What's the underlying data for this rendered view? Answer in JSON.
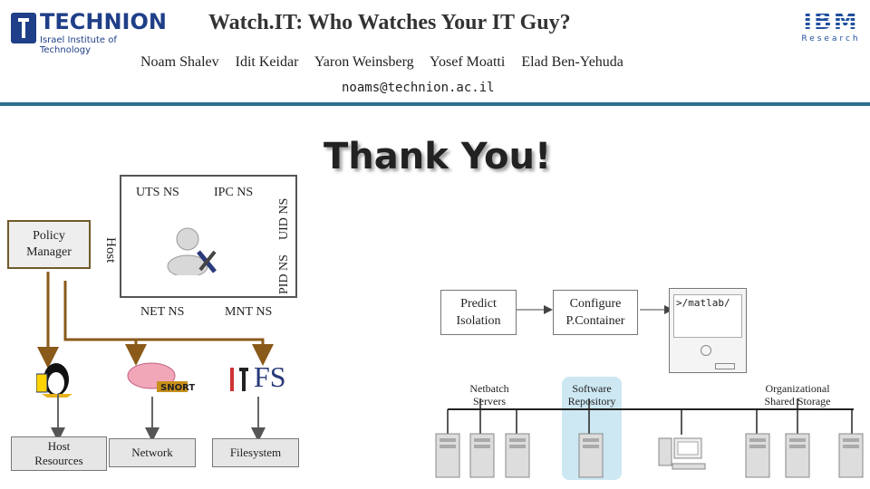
{
  "header": {
    "title": "Watch.IT: Who Watches Your IT Guy?",
    "authors": [
      "Noam Shalev",
      "Idit Keidar",
      "Yaron Weinsberg",
      "Yosef Moatti",
      "Elad Ben-Yehuda"
    ],
    "email": "noams@technion.ac.il",
    "logo_left": {
      "name": "TECHNION",
      "subtitle": "Israel Institute of Technology"
    },
    "logo_right": {
      "name": "IBM",
      "subtitle": "Research"
    }
  },
  "thank_you": "Thank You!",
  "container": {
    "namespaces": {
      "uts": "UTS NS",
      "ipc": "IPC NS",
      "uid": "UID NS",
      "pid": "PID NS",
      "net": "NET NS",
      "mnt": "MNT NS"
    },
    "host_label": "Host",
    "policy_manager": "Policy Manager",
    "host_resources": "Host Resources",
    "network": "Network",
    "filesystem": "Filesystem",
    "fs_logo": "FS"
  },
  "workflow": {
    "predict": "Predict Isolation",
    "configure": "Configure P.Container",
    "terminal_prompt": ">/matlab/",
    "netbatch": "Netbatch Servers",
    "software_repo": "Software Repository",
    "storage": "Organizational Shared Storage"
  },
  "colors": {
    "arrow_brown": "#8a5a1a",
    "accent_blue": "#2f6f8f",
    "highlight_blue": "#cde8f2"
  }
}
